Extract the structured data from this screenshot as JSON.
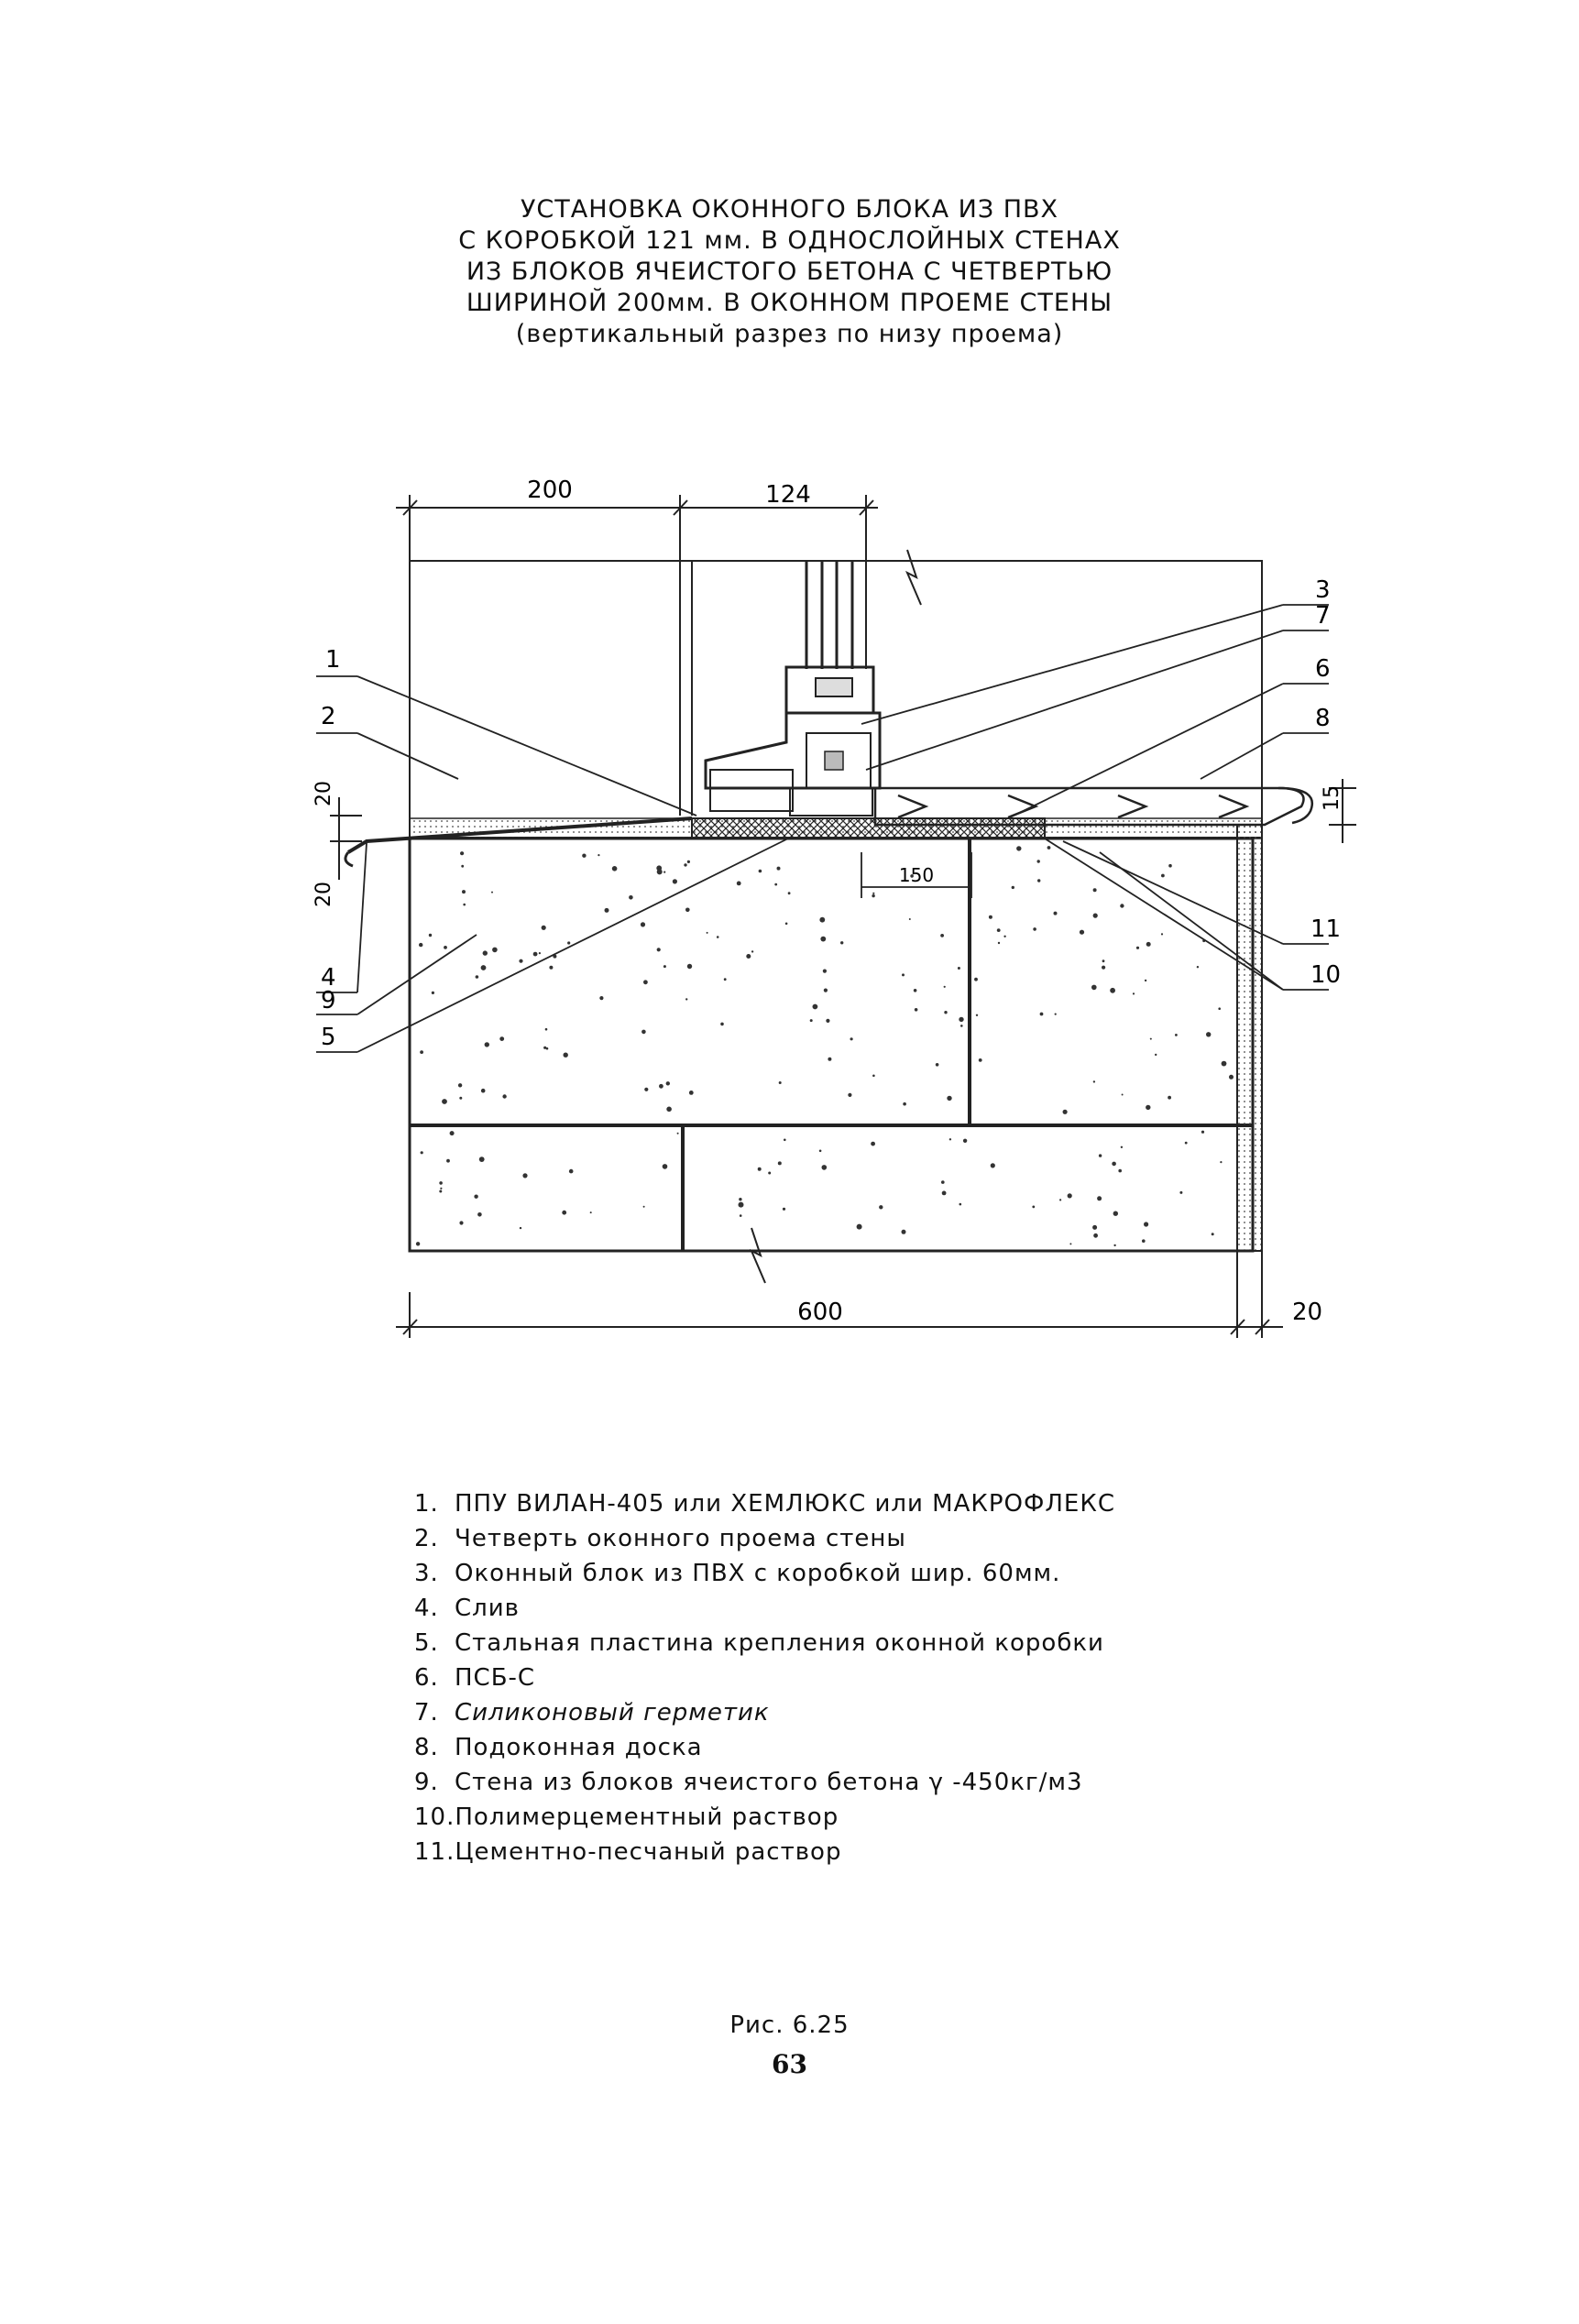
{
  "title": {
    "lines": [
      "УСТАНОВКА ОКОННОГО БЛОКА ИЗ ПВХ",
      "С КОРОБКОЙ 121 мм. В ОДНОСЛОЙНЫХ СТЕНАХ",
      "ИЗ БЛОКОВ ЯЧЕИСТОГО БЕТОНА С ЧЕТВЕРТЬЮ",
      "ШИРИНОЙ 200мм. В ОКОННОМ ПРОЕМЕ СТЕНЫ",
      "(вертикальный разрез по низу проема)"
    ]
  },
  "drawing": {
    "dimensions": {
      "d200": "200",
      "d124": "124",
      "d600": "600",
      "d20_bottom": "20",
      "d20_left_top": "20",
      "d20_left_bottom": "20",
      "d15": "15",
      "d150": "150"
    },
    "callouts": [
      "1",
      "2",
      "3",
      "7",
      "6",
      "8",
      "11",
      "10",
      "4",
      "9",
      "5"
    ]
  },
  "legend": [
    {
      "num": "1.",
      "text": "ППУ ВИЛАН-405 или ХЕМЛЮКС или МАКРОФЛЕКС"
    },
    {
      "num": "2.",
      "text": "Четверть оконного проема стены"
    },
    {
      "num": "3.",
      "text": "Оконный блок из ПВХ   с коробкой шир. 60мм."
    },
    {
      "num": "4.",
      "text": "Слив"
    },
    {
      "num": "5.",
      "text": "Стальная пластина крепления оконной коробки"
    },
    {
      "num": "6.",
      "text": "ПСБ-С"
    },
    {
      "num": "7.",
      "text": "Силиконовый герметик"
    },
    {
      "num": "8.",
      "text": "Подоконная доска"
    },
    {
      "num": "9.",
      "text": "Стена из блоков ячеистого бетона  γ -450кг/м3"
    },
    {
      "num": "10.",
      "text": "Полимерцементный раствор"
    },
    {
      "num": "11.",
      "text": "Цементно-песчаный раствор"
    }
  ],
  "caption": "Рис. 6.25",
  "page_number": "63"
}
